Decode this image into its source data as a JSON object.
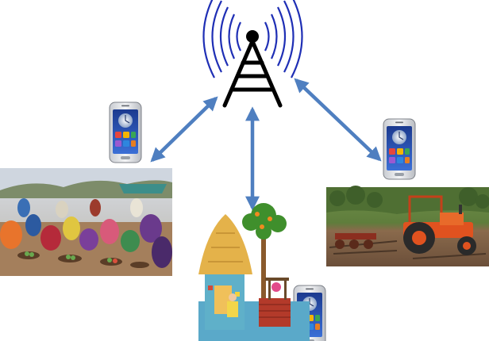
{
  "diagram": {
    "hub": {
      "icon": "radio-tower-icon",
      "signal_color": "#1f2fb5",
      "tower_color": "#000000"
    },
    "links": [
      {
        "from": "tower",
        "to": "market",
        "color": "#4f7fc0",
        "style": "double-arrow"
      },
      {
        "from": "tower",
        "to": "village",
        "color": "#4f7fc0",
        "style": "double-arrow"
      },
      {
        "from": "tower",
        "to": "farm",
        "color": "#4f7fc0",
        "style": "double-arrow"
      }
    ],
    "nodes": [
      {
        "id": "market",
        "scene": "rural-market-photo",
        "device": "smartphone-icon"
      },
      {
        "id": "village",
        "scene": "village-hut-illustration",
        "device": "smartphone-icon"
      },
      {
        "id": "farm",
        "scene": "tractor-field-photo",
        "device": "smartphone-icon"
      }
    ]
  }
}
